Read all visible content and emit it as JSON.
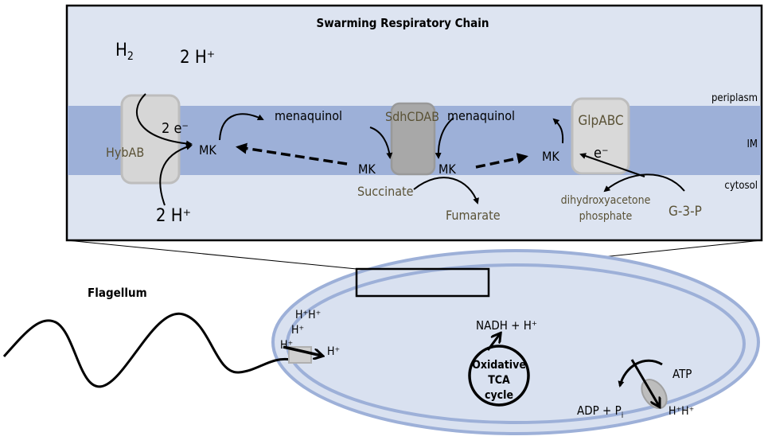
{
  "panel": {
    "title": "Swarming Respiratory Chain",
    "h2": "H₂",
    "top_protons": "2 H⁺",
    "bottom_protons": "2 H⁺",
    "periplasm": "periplasm",
    "im": "IM",
    "cytosol": "cytosol",
    "hybab": "HybAB",
    "two_electrons": "2 e⁻",
    "mk1": "MK",
    "menaquinol1": "menaquinol",
    "sdhcdab": "SdhCDAB",
    "menaquinol2": "menaquinol",
    "mk2": "MK",
    "mk3": "MK",
    "mk4": "MK",
    "glpabc": "GlpABC",
    "electron": "e⁻",
    "succinate": "Succinate",
    "fumarate": "Fumarate",
    "dhap1": "dihydroxyacetone",
    "dhap2": "phosphate",
    "g3p": "G-3-P"
  },
  "cell": {
    "flagellum": "Flagellum",
    "hh_top": "H⁺H⁺",
    "h_mid": "H⁺",
    "h_low": "H⁺",
    "h_in": "H⁺",
    "nadh": "NADH + H⁺",
    "tca1": "Oxidative",
    "tca2": "TCA",
    "tca3": "cycle",
    "atp": "ATP",
    "adp": "ADP + P",
    "adp_sub": "i",
    "hh_bottom": "H⁺H⁺"
  },
  "colors": {
    "membrane": "#9db0d8",
    "background": "#dde4f1",
    "protein_label": "#5a5236"
  }
}
